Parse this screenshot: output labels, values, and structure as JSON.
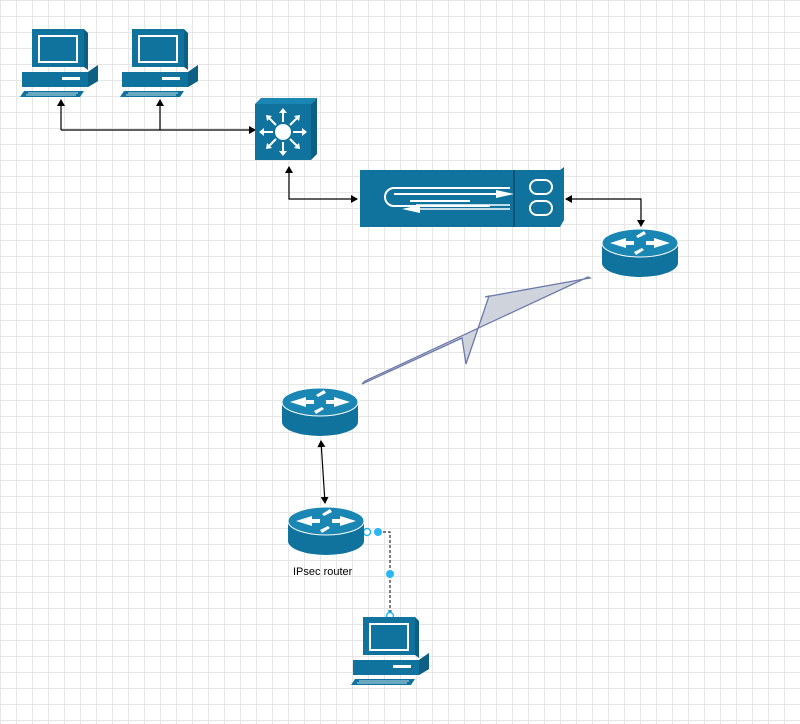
{
  "diagram": {
    "colors": {
      "device": "#10739e",
      "device_top": "#1a86b3",
      "connector": "#000000",
      "serial_fill": "#cfd4dc",
      "serial_stroke": "#6c7aab",
      "selection": "#29b6f2"
    },
    "nodes": [
      {
        "id": "pc-1",
        "icon": "workstation-icon"
      },
      {
        "id": "pc-2",
        "icon": "workstation-icon"
      },
      {
        "id": "layer3-switch",
        "icon": "layer3-switch-icon"
      },
      {
        "id": "firewall",
        "icon": "firewall-icon"
      },
      {
        "id": "edge-router",
        "icon": "router-icon"
      },
      {
        "id": "remote-router",
        "icon": "router-icon"
      },
      {
        "id": "ipsec-router",
        "icon": "router-icon",
        "label": "IPsec router"
      },
      {
        "id": "pc-3",
        "icon": "workstation-icon"
      }
    ],
    "links": [
      {
        "from": "pc-1",
        "to": "layer3-switch",
        "style": "bidirectional"
      },
      {
        "from": "pc-2",
        "to": "layer3-switch",
        "style": "bidirectional"
      },
      {
        "from": "layer3-switch",
        "to": "firewall",
        "style": "bidirectional"
      },
      {
        "from": "firewall",
        "to": "edge-router",
        "style": "bidirectional"
      },
      {
        "from": "edge-router",
        "to": "remote-router",
        "style": "serial-link"
      },
      {
        "from": "remote-router",
        "to": "ipsec-router",
        "style": "bidirectional"
      },
      {
        "from": "ipsec-router",
        "to": "pc-3",
        "style": "dashed-selected"
      }
    ]
  }
}
